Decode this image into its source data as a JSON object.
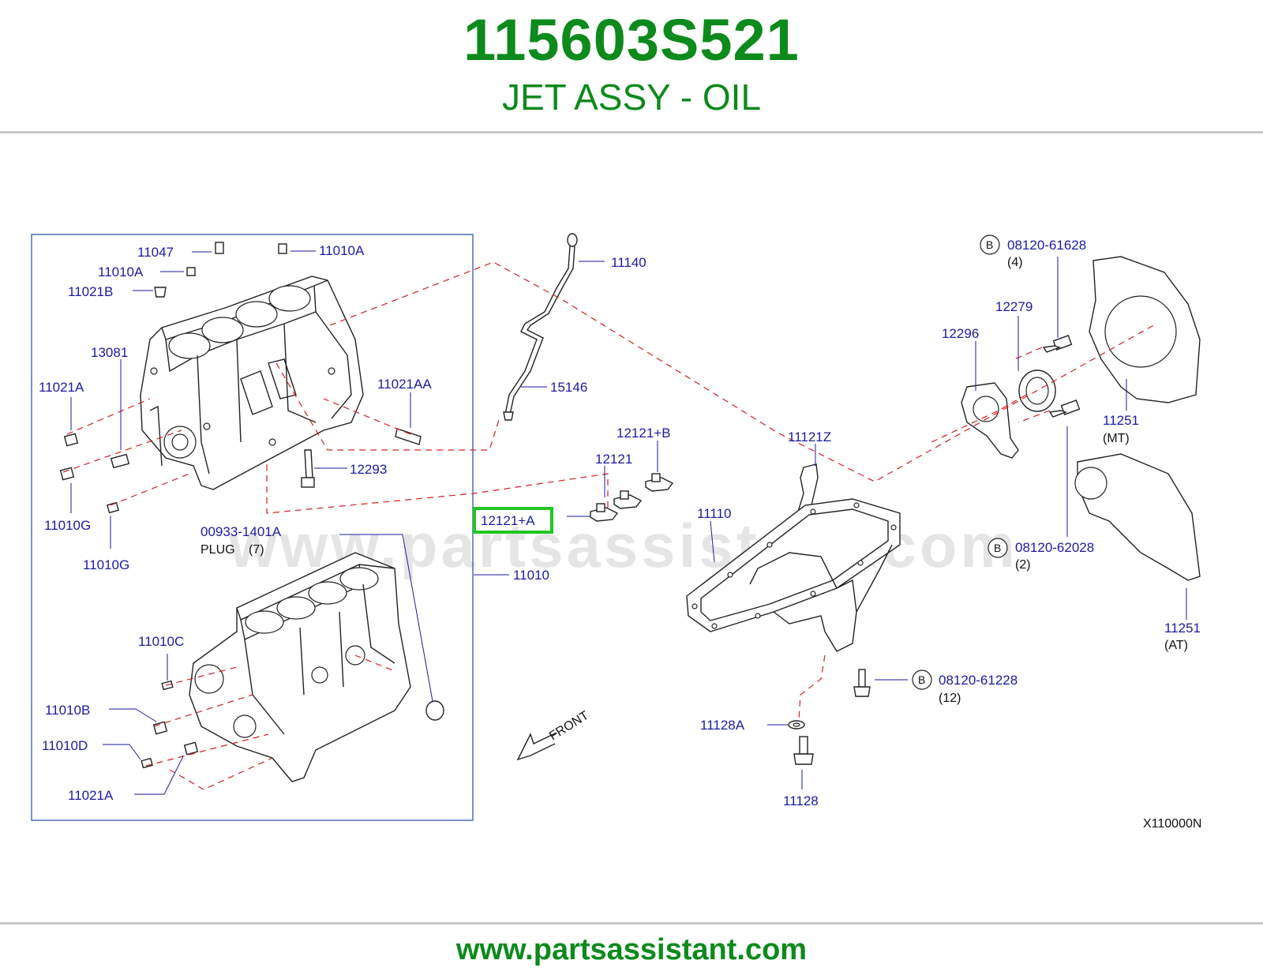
{
  "header": {
    "part_number": "115603S521",
    "part_name": "JET ASSY - OIL"
  },
  "footer": {
    "url": "www.partsassistant.com"
  },
  "watermark": "www.partsassistant.com",
  "diagram": {
    "code": "X110000N",
    "front_label": "FRONT",
    "highlighted_part": "12121+A",
    "colors": {
      "brand_green": "#0c8a1c",
      "label_blue": "#1a1aa6",
      "dash_red": "#d62020",
      "highlight_green": "#22c522"
    },
    "labels": {
      "p11047": "11047",
      "p11010A_top_right": "11010A",
      "p11010A_left": "11010A",
      "p11021B": "11021B",
      "p13081": "13081",
      "p11021A_upper": "11021A",
      "p11021AA": "11021AA",
      "p12293": "12293",
      "p11010G_1": "11010G",
      "p11010G_2": "11010G",
      "p00933": "00933-1401A",
      "plug": "PLUG",
      "plug_qty": "(7)",
      "p11010": "11010",
      "p11010C": "11010C",
      "p11010B": "11010B",
      "p11010D": "11010D",
      "p11021A_lower": "11021A",
      "p11140": "11140",
      "p15146": "15146",
      "p12121B": "12121+B",
      "p12121": "12121",
      "p12121A": "12121+A",
      "p11121Z": "11121Z",
      "p11110": "11110",
      "b_char": "B",
      "p08120_61628": "08120-61628",
      "qty_4": "(4)",
      "p12279": "12279",
      "p12296": "12296",
      "p11251_mt": "11251",
      "mt": "(MT)",
      "p08120_62028": "08120-62028",
      "qty_2": "(2)",
      "p11251_at": "11251",
      "at": "(AT)",
      "p08120_61228": "08120-61228",
      "qty_12": "(12)",
      "p11128A": "11128A",
      "p11128": "11128"
    }
  }
}
